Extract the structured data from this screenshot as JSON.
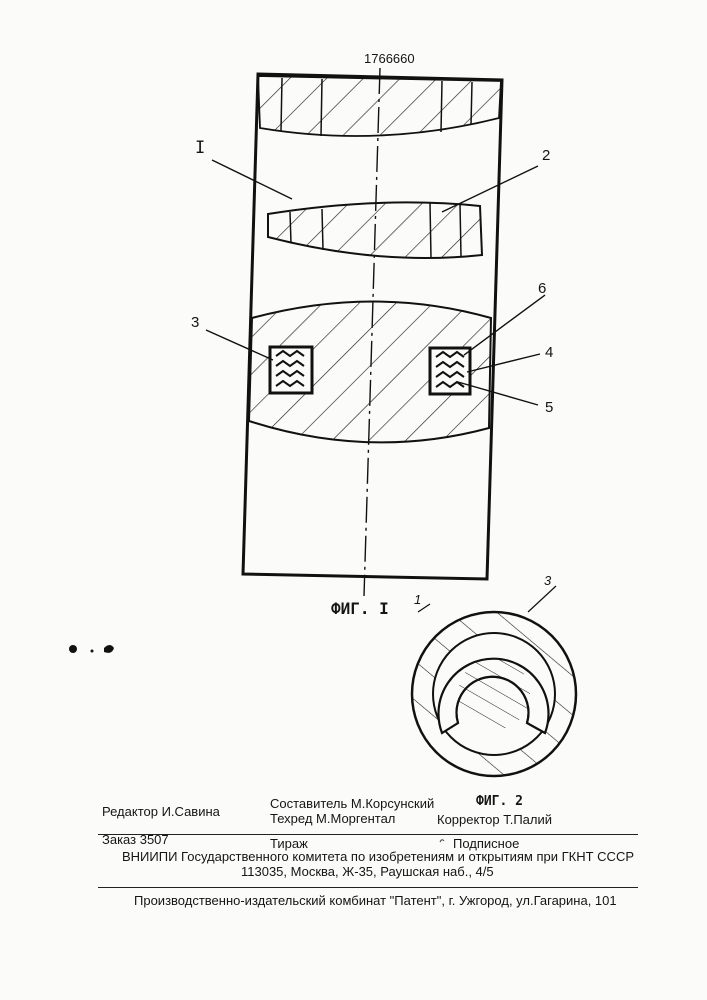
{
  "patent_number": "1766660",
  "figure1": {
    "caption": "ФИГ. I",
    "callouts": {
      "c1": "I",
      "c2": "2",
      "c3": "3",
      "c4": "4",
      "c5": "5",
      "c6": "6"
    }
  },
  "figure2": {
    "caption": "ФИГ. 2",
    "callouts": {
      "c1": "1",
      "c3": "3"
    }
  },
  "imprint": {
    "editor": "Редактор  И.Савина",
    "compiler": "Составитель  М.Корсунский",
    "techred": "Техред М.Моргентал",
    "corrector": "Корректор  Т.Палий",
    "order": "Заказ  3507",
    "circulation": "Тираж",
    "subscription": "Подписное",
    "institute": "ВНИИПИ Государственного комитета по изобретениям и открытиям при ГКНТ СССР",
    "address": "113035, Москва, Ж-35, Раушская наб., 4/5",
    "publisher": "Производственно-издательский комбинат \"Патент\", г. Ужгород, ул.Гагарина, 101"
  }
}
